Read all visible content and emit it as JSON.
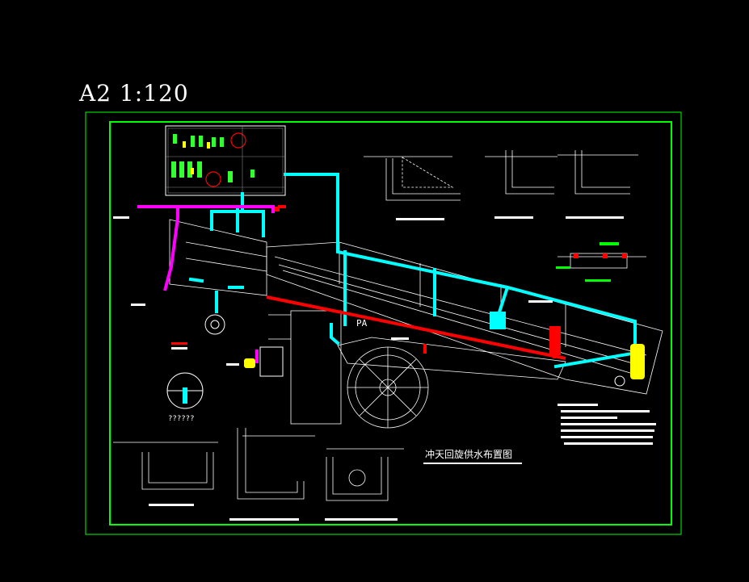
{
  "sheet": {
    "scale_label": "A2 1:120",
    "drawing_title": "冲天回旋供水布置图",
    "area_label": "PA",
    "section_marker": "??????"
  },
  "colors": {
    "background": "#000000",
    "frame": "#00ff00",
    "pipe_cyan": "#00ffff",
    "pipe_red": "#ff0000",
    "pipe_magenta": "#ff00ff",
    "equipment_yellow": "#ffff00",
    "linework": "#ffffff"
  }
}
